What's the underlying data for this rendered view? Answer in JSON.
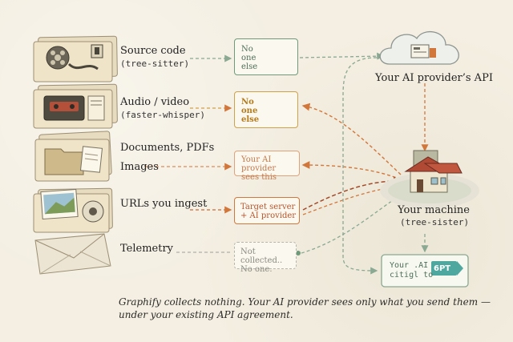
{
  "sources": [
    {
      "icon": "film-reel-icon",
      "title": "Source code",
      "subtitle": "(tree-sitter)"
    },
    {
      "icon": "cassette-recorder-icon",
      "title": "Audio / video",
      "subtitle": "(faster-whisper)"
    },
    {
      "icon": "document-folder-icon",
      "title": "Documents, PDFs",
      "subtitle": ""
    },
    {
      "icon": "image-photo-icon",
      "title": "Images",
      "subtitle": ""
    },
    {
      "icon": "web-url-icon",
      "title": "URLs you ingest",
      "subtitle": ""
    },
    {
      "icon": "envelope-icon",
      "title": "Telemetry",
      "subtitle": ""
    }
  ],
  "boxes": [
    {
      "text": "No\none\nelse",
      "icon": "no-share-icon",
      "color": "#5b8f6b"
    },
    {
      "text": "No\none\nelse",
      "icon": "globe-icon",
      "color": "#c98a2a"
    },
    {
      "text": "Your AI provider\nsees this",
      "icon": "globe-icon",
      "color": "#d98c5a"
    },
    {
      "text": "Target server\n+ AI provider",
      "icon": "",
      "color": "#c86a3a"
    },
    {
      "text": "Not collected..\nNo one.",
      "icon": "",
      "color": "#9a9a92"
    }
  ],
  "cloud_label": "Your AI provider’s API",
  "machine_label": "Your machine",
  "machine_sublabel": "(tree-sister)",
  "api_box": {
    "line1": "Your .AI",
    "line2": "citigl to",
    "tag": "6PT"
  },
  "caption_line1": "Graphify collects nothing. Your AI provider sees only what you send them —",
  "caption_line2": "under your existing API agreement.",
  "colors": {
    "background": "#f4efe2",
    "green": "#5b8f6b",
    "orange": "#d97a3a",
    "gold": "#c98a2a",
    "gray": "#9a9a92"
  }
}
